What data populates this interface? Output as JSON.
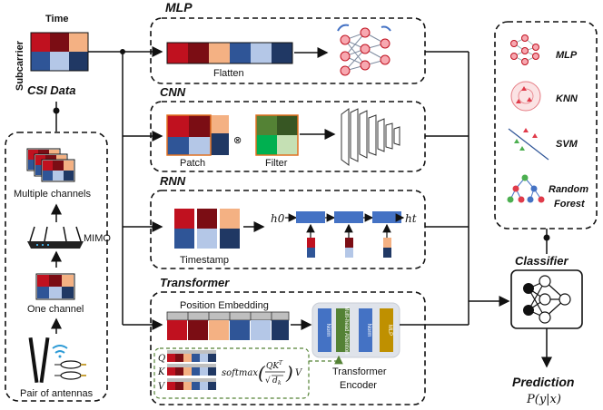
{
  "title_time": "Time",
  "title_subcarrier": "Subcarrier",
  "csi_data": "CSI Data",
  "left_panel": {
    "multiple_channels": "Multiple channels",
    "mimo": "MIMO",
    "one_channel": "One channel",
    "pair_of_antennas": "Pair of antennas"
  },
  "mlp": {
    "title": "MLP",
    "flatten": "Flatten"
  },
  "cnn": {
    "title": "CNN",
    "patch": "Patch",
    "filter": "Filter",
    "op": "⊗"
  },
  "rnn": {
    "title": "RNN",
    "timestamp": "Timestamp",
    "h0": "h0",
    "ht": "ht"
  },
  "transformer": {
    "title": "Transformer",
    "position_embedding": "Position Embedding",
    "encoder_line1": "Transformer",
    "encoder_line2": "Encoder",
    "norm1": "Norm",
    "mha": "Multi-head Attention",
    "norm2": "Norm",
    "mlp": "MLP",
    "q": "Q",
    "k": "K",
    "v": "V",
    "softmax": "softmax"
  },
  "classifiers": {
    "mlp": "MLP",
    "knn": "KNN",
    "svm": "SVM",
    "rf_line1": "Random",
    "rf_line2": "Forest"
  },
  "classifier": "Classifier",
  "prediction": "Prediction",
  "prediction_formula": "P(y|x)",
  "colors": {
    "red": "#c0111f",
    "darkred": "#7b0d14",
    "peach": "#f4b183",
    "blue": "#2f5597",
    "lightblue": "#b4c7e7",
    "navy": "#203864",
    "green_dark": "#375623",
    "green_mid": "#548235",
    "green_light": "#a9d18e",
    "green_pale": "#c5e0b4",
    "green_bright": "#00b050",
    "rnn_block": "#4472c4",
    "mlp_gold": "#bf9000"
  }
}
